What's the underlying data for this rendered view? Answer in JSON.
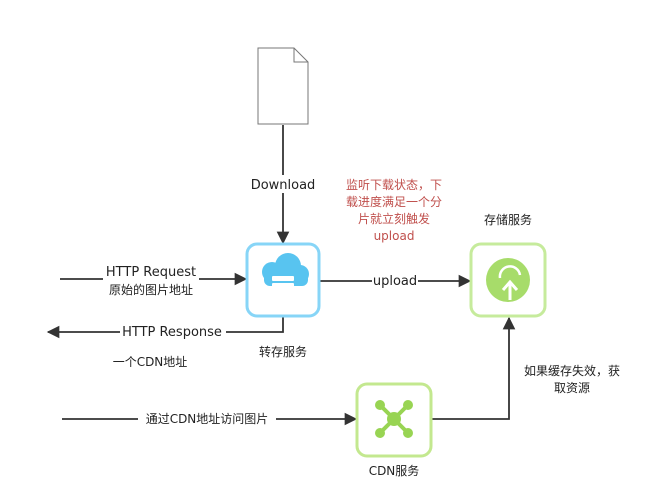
{
  "colors": {
    "line": "#333333",
    "transfer_fill": "#58c4f0",
    "transfer_border": "#87d5f7",
    "storage_fill": "#a7dc6a",
    "storage_border": "#c6eb9c",
    "cdn_fill": "#98d453",
    "cdn_border": "#c3e88f",
    "note_text": "#c0504d"
  },
  "icons": {
    "file": "document-icon",
    "transfer": "cloud-server-icon",
    "storage": "cloud-upload-icon",
    "cdn": "network-hub-icon"
  },
  "edges": {
    "download": "Download",
    "upload": "upload",
    "http_request": "HTTP Request",
    "http_request_sub": "原始的图片地址",
    "http_response": "HTTP Response",
    "http_response_sub": "一个CDN地址",
    "cdn_access": "通过CDN地址访问图片",
    "cache_miss_line1": "如果缓存失效，获",
    "cache_miss_line2": "取资源"
  },
  "nodes": {
    "transfer": "转存服务",
    "storage": "存储服务",
    "cdn": "CDN服务"
  },
  "note": {
    "line1": "监听下载状态，下",
    "line2": "载进度满足一个分",
    "line3": "片就立刻触发",
    "line4": "upload"
  }
}
